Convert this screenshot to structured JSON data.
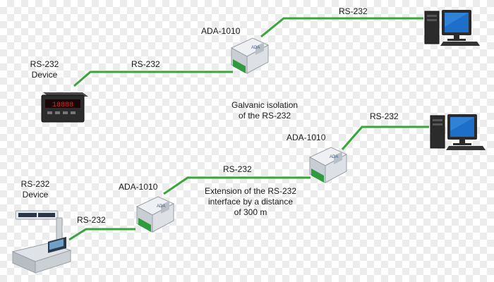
{
  "labels": {
    "rs232_top": "RS-232",
    "ada_top": "ADA-1010",
    "device1_line1": "RS-232",
    "device1_line2": "Device",
    "rs232_mid_left": "RS-232",
    "galvanic_line1": "Galvanic isolation",
    "galvanic_line2": "of the RS-232",
    "rs232_right": "RS-232",
    "ada_right": "ADA-1010",
    "rs232_bottom_mid": "RS-232",
    "device2_line1": "RS-232",
    "device2_line2": "Device",
    "ada_bottom": "ADA-1010",
    "extension_line1": "Extension of the RS-232",
    "extension_line2": "interface by a distance",
    "extension_line3": "of 300 m",
    "rs232_bottom_left": "RS-232"
  },
  "devices": {
    "meter_display": "18888",
    "converter_brand": "ADA"
  },
  "colors": {
    "cable": "#3aa53a",
    "converter_body": "#d9dde2",
    "terminal_green": "#2e9b3e",
    "monitor_screen": "#1d6fc9",
    "meter_display": "#c81e1e"
  }
}
